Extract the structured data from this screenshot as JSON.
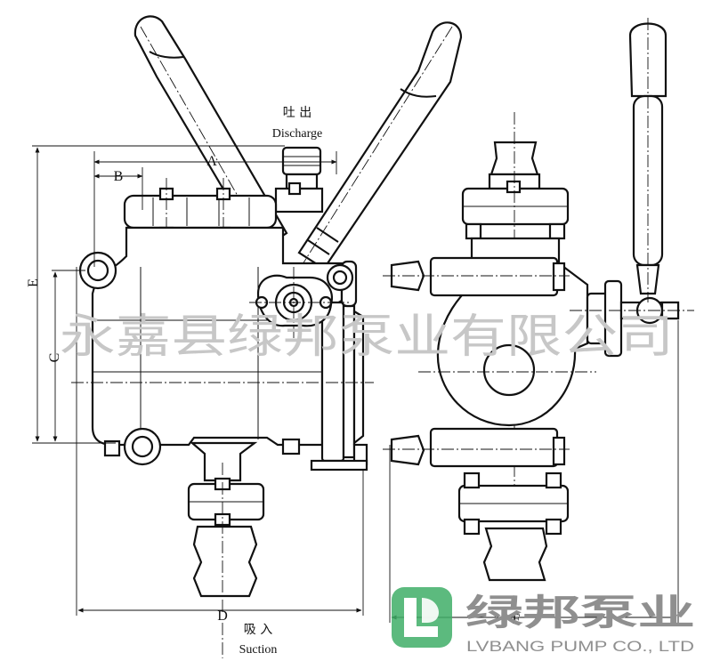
{
  "discharge": {
    "cn": "吐 出",
    "en": "Discharge"
  },
  "suction": {
    "cn": "吸 入",
    "en": "Suction"
  },
  "dimensions": {
    "a": "A",
    "b": "B",
    "c": "C",
    "d": "D",
    "e": "E",
    "f": "F"
  },
  "watermark": "永嘉县绿邦泵业有限公司",
  "brand": {
    "cn": "绿邦泵业",
    "en": "LVBANG PUMP CO., LTD"
  },
  "colors": {
    "line": "#111111",
    "watermark": "#c7c7c7",
    "brand": "#8f8f8f",
    "logo_green": "#3fae67"
  }
}
